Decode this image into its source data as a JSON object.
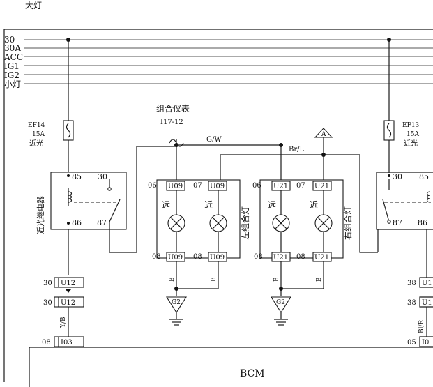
{
  "page_title": "大灯",
  "bus_labels": [
    "30",
    "30A",
    "ACC",
    "IG1",
    "IG2",
    "小灯"
  ],
  "fuse_left": {
    "name": "EF14",
    "rating": "15A",
    "desc": "近光"
  },
  "fuse_right": {
    "name": "EF13",
    "rating": "15A",
    "desc": "近光"
  },
  "relay_left": {
    "label": "近光继电器",
    "pins": [
      "85",
      "30",
      "86",
      "87"
    ]
  },
  "relay_right": {
    "pins": [
      "30",
      "85",
      "87",
      "86"
    ]
  },
  "cluster": {
    "label": "组合仪表",
    "connector": "I17-12"
  },
  "wire_colors": {
    "gw": "G/W",
    "brl": "Br/L",
    "b": "B",
    "yb": "Y/B",
    "blr": "Bl/R"
  },
  "lamps": {
    "left_label": "左组合灯",
    "right_label": "右组合灯",
    "far": "远",
    "near": "近",
    "pin_06": "06",
    "pin_07": "07",
    "pin_08": "08",
    "conn_u09": "U09",
    "conn_u21": "U21"
  },
  "grounds": {
    "g1": "G2",
    "g2": "G2",
    "shared": "A"
  },
  "connectors_left": [
    {
      "pin": "30",
      "conn": "U12"
    },
    {
      "pin": "30",
      "conn": "U12"
    },
    {
      "pin": "08",
      "conn": "I03"
    }
  ],
  "connectors_right": [
    {
      "pin": "38",
      "conn": "U1"
    },
    {
      "pin": "38",
      "conn": "U1"
    },
    {
      "pin": "05",
      "conn": "I0"
    }
  ],
  "bcm": {
    "label": "BCM"
  }
}
